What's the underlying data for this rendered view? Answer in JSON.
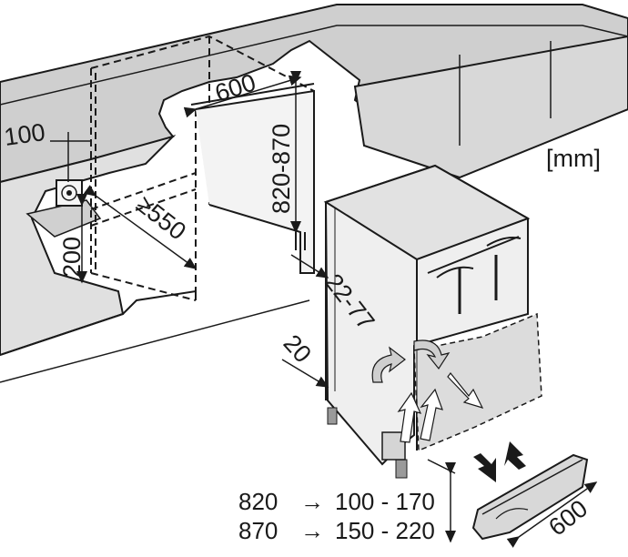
{
  "units_label": "[mm]",
  "dimensions": {
    "niche_width": "600",
    "niche_height": "820-870",
    "niche_depth": "≥550",
    "socket_offset_side": "100",
    "socket_height": "200",
    "door_gap": "22-77",
    "plinth_offset": "20",
    "plinth_length": "600"
  },
  "plinth_table": [
    {
      "niche": "820",
      "arrow": "→",
      "plinth": "100 - 170"
    },
    {
      "niche": "870",
      "arrow": "→",
      "plinth": "150 - 220"
    }
  ],
  "colors": {
    "line": "#1a1a1a",
    "counter_fill": "#cccccc",
    "wall_fill": "#e8e8e8",
    "appliance_fill": "#f2f2f2",
    "shade": "#bdbdbd"
  }
}
